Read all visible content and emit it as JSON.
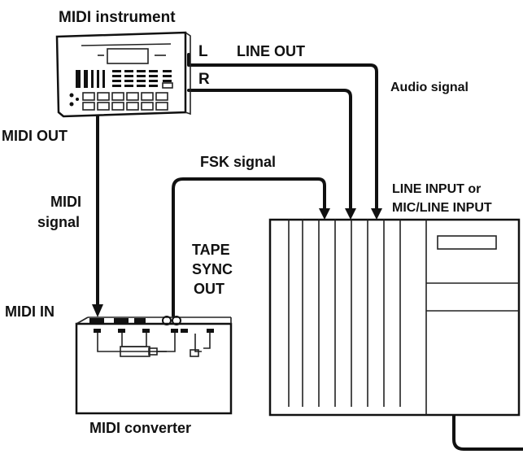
{
  "labels": {
    "midi_instrument": "MIDI instrument",
    "l": "L",
    "r": "R",
    "line_out": "LINE OUT",
    "audio_signal": "Audio signal",
    "midi_out": "MIDI OUT",
    "fsk_signal": "FSK signal",
    "midi_signal_1": "MIDI",
    "midi_signal_2": "signal",
    "line_input_1": "LINE INPUT or",
    "line_input_2": "MIC/LINE INPUT",
    "tape_1": "TAPE",
    "tape_2": "SYNC",
    "tape_3": "OUT",
    "midi_in": "MIDI IN",
    "midi_converter": "MIDI converter"
  }
}
